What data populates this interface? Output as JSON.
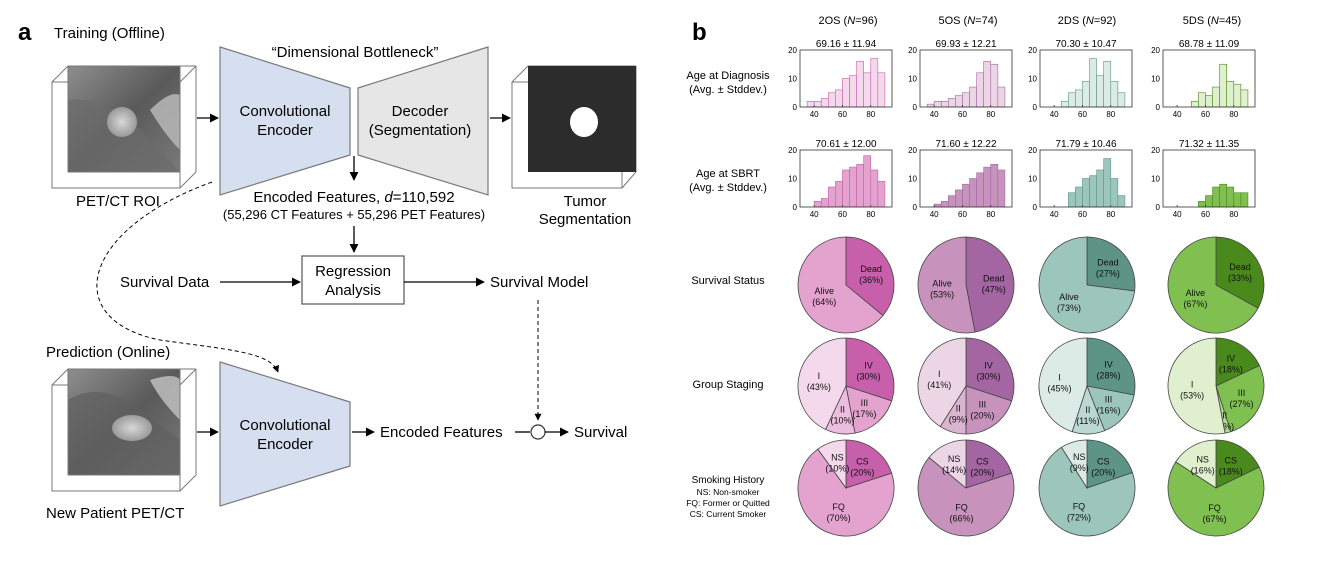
{
  "panel_a": {
    "label": "a",
    "training_title": "Training (Offline)",
    "prediction_title": "Prediction (Online)",
    "bottleneck_label": "“Dimensional Bottleneck”",
    "encoder_line1": "Convolutional",
    "encoder_line2": "Encoder",
    "decoder_line1": "Decoder",
    "decoder_line2": "(Segmentation)",
    "petct_roi": "PET/CT ROI",
    "tumor_line1": "Tumor",
    "tumor_line2": "Segmentation",
    "encoded_prefix": "Encoded Features, ",
    "encoded_d": "d",
    "encoded_value": "=110,592",
    "encoded_detail": "(55,296 CT Features + 55,296 PET Features)",
    "survival_data": "Survival  Data",
    "regression_line1": "Regression",
    "regression_line2": "Analysis",
    "survival_model": "Survival  Model",
    "pred_encoder_line1": "Convolutional",
    "pred_encoder_line2": "Encoder",
    "pred_encoded_features": "Encoded Features",
    "survival": "Survival",
    "new_patient": "New Patient PET/CT"
  },
  "panel_b": {
    "label": "b",
    "colors": {
      "2OS": {
        "light": "#f4d8ec",
        "mid": "#e4a2cf",
        "dark": "#c75fab"
      },
      "5OS": {
        "light": "#ecd6e6",
        "mid": "#c793bd",
        "dark": "#a366a3"
      },
      "2DS": {
        "light": "#dcebe6",
        "mid": "#9cc6bb",
        "dark": "#5e9486"
      },
      "5DS": {
        "light": "#e0f0cf",
        "mid": "#80c050",
        "dark": "#4a8a1c"
      }
    },
    "columns": [
      {
        "key": "2OS",
        "label": "2OS",
        "n": "96"
      },
      {
        "key": "5OS",
        "label": "5OS",
        "n": "74"
      },
      {
        "key": "2DS",
        "label": "2DS",
        "n": "92"
      },
      {
        "key": "5DS",
        "label": "5DS",
        "n": "45"
      }
    ],
    "n_prefix": " (",
    "n_italic": "N",
    "n_eq": "=",
    "n_suffix": ")",
    "row_labels": {
      "age_diag_1": "Age at Diagnosis",
      "age_diag_2": "(Avg. ± Stddev.)",
      "age_sbrt_1": "Age at SBRT",
      "age_sbrt_2": "(Avg. ± Stddev.)",
      "survival_status": "Survival Status",
      "group_staging": "Group Staging",
      "smoking_1": "Smoking History",
      "smoking_2": "NS: Non-smoker",
      "smoking_3": "FQ: Former or Quitted",
      "smoking_4": "CS: Current Smoker"
    },
    "hist_axis": {
      "y_ticks": [
        "0",
        "10",
        "20"
      ],
      "x_ticks": [
        "40",
        "60",
        "80"
      ],
      "ylim": [
        0,
        20
      ],
      "xlim": [
        30,
        95
      ]
    }
  },
  "chart_data": [
    {
      "type": "bar",
      "group": "2OS",
      "row": "Age at Diagnosis",
      "title": "69.16 ± 11.94",
      "bin_edges": [
        35,
        40,
        45,
        50,
        55,
        60,
        65,
        70,
        75,
        80,
        85,
        90
      ],
      "values": [
        2,
        2,
        3,
        5,
        6,
        10,
        11,
        16,
        12,
        17,
        12
      ],
      "ylim": [
        0,
        20
      ]
    },
    {
      "type": "bar",
      "group": "5OS",
      "row": "Age at Diagnosis",
      "title": "69.93 ± 12.21",
      "bin_edges": [
        35,
        40,
        45,
        50,
        55,
        60,
        65,
        70,
        75,
        80,
        85,
        90
      ],
      "values": [
        1,
        2,
        2,
        3,
        4,
        5,
        7,
        12,
        16,
        15,
        7
      ],
      "ylim": [
        0,
        20
      ]
    },
    {
      "type": "bar",
      "group": "2DS",
      "row": "Age at Diagnosis",
      "title": "70.30 ± 10.47",
      "bin_edges": [
        45,
        50,
        55,
        60,
        65,
        70,
        75,
        80,
        85,
        90
      ],
      "values": [
        2,
        5,
        6,
        9,
        17,
        11,
        16,
        9,
        5
      ],
      "ylim": [
        0,
        20
      ]
    },
    {
      "type": "bar",
      "group": "5DS",
      "row": "Age at Diagnosis",
      "title": "68.78 ± 11.09",
      "bin_edges": [
        50,
        55,
        60,
        65,
        70,
        75,
        80,
        85,
        90
      ],
      "values": [
        2,
        5,
        4,
        7,
        15,
        9,
        8,
        6
      ],
      "ylim": [
        0,
        20
      ]
    },
    {
      "type": "bar",
      "group": "2OS",
      "row": "Age at SBRT",
      "title": "70.61 ± 12.00",
      "bin_edges": [
        40,
        45,
        50,
        55,
        60,
        65,
        70,
        75,
        80,
        85,
        90
      ],
      "values": [
        2,
        3,
        7,
        9,
        13,
        14,
        15,
        18,
        13,
        9
      ],
      "ylim": [
        0,
        20
      ]
    },
    {
      "type": "bar",
      "group": "5OS",
      "row": "Age at SBRT",
      "title": "71.60 ± 12.22",
      "bin_edges": [
        40,
        45,
        50,
        55,
        60,
        65,
        70,
        75,
        80,
        85,
        90
      ],
      "values": [
        1,
        2,
        4,
        6,
        8,
        10,
        12,
        14,
        15,
        13,
        5
      ],
      "ylim": [
        0,
        20
      ]
    },
    {
      "type": "bar",
      "group": "2DS",
      "row": "Age at SBRT",
      "title": "71.79 ± 10.46",
      "bin_edges": [
        50,
        55,
        60,
        65,
        70,
        75,
        80,
        85,
        90
      ],
      "values": [
        5,
        7,
        10,
        11,
        13,
        17,
        10,
        4
      ],
      "ylim": [
        0,
        20
      ]
    },
    {
      "type": "bar",
      "group": "5DS",
      "row": "Age at SBRT",
      "title": "71.32 ± 11.35",
      "bin_edges": [
        55,
        60,
        65,
        70,
        75,
        80,
        85,
        90
      ],
      "values": [
        2,
        4,
        7,
        8,
        7,
        5,
        5,
        5
      ],
      "ylim": [
        0,
        20
      ]
    },
    {
      "type": "pie",
      "group": "2OS",
      "row": "Survival Status",
      "labels": [
        "Dead",
        "Alive"
      ],
      "values": [
        36,
        64
      ],
      "label_text": [
        "Dead\n(36%)",
        "Alive\n(64%)"
      ],
      "shade": [
        "dark",
        "mid"
      ]
    },
    {
      "type": "pie",
      "group": "5OS",
      "row": "Survival Status",
      "labels": [
        "Dead",
        "Alive"
      ],
      "values": [
        47,
        53
      ],
      "label_text": [
        "Dead\n(47%)",
        "Alive\n(53%)"
      ],
      "shade": [
        "dark",
        "mid"
      ]
    },
    {
      "type": "pie",
      "group": "2DS",
      "row": "Survival Status",
      "labels": [
        "Dead",
        "Alive"
      ],
      "values": [
        27,
        73
      ],
      "label_text": [
        "Dead\n(27%)",
        "Alive\n(73%)"
      ],
      "shade": [
        "dark",
        "mid"
      ]
    },
    {
      "type": "pie",
      "group": "5DS",
      "row": "Survival Status",
      "labels": [
        "Dead",
        "Alive"
      ],
      "values": [
        33,
        67
      ],
      "label_text": [
        "Dead\n(33%)",
        "Alive\n(67%)"
      ],
      "shade": [
        "dark",
        "mid"
      ]
    },
    {
      "type": "pie",
      "group": "2OS",
      "row": "Group Staging",
      "labels": [
        "IV",
        "III",
        "II",
        "I"
      ],
      "values": [
        30,
        17,
        10,
        43
      ],
      "label_text": [
        "IV\n(30%)",
        "III\n(17%)",
        "II\n(10%)",
        "I\n(43%)"
      ],
      "shade": [
        "dark",
        "mid",
        "midlight",
        "light"
      ]
    },
    {
      "type": "pie",
      "group": "5OS",
      "row": "Group Staging",
      "labels": [
        "IV",
        "III",
        "II",
        "I"
      ],
      "values": [
        30,
        20,
        9,
        41
      ],
      "label_text": [
        "IV\n(30%)",
        "III\n(20%)",
        "II\n(9%)",
        "I\n(41%)"
      ],
      "shade": [
        "dark",
        "mid",
        "midlight",
        "light"
      ]
    },
    {
      "type": "pie",
      "group": "2DS",
      "row": "Group Staging",
      "labels": [
        "IV",
        "III",
        "II",
        "I"
      ],
      "values": [
        28,
        16,
        11,
        45
      ],
      "label_text": [
        "IV\n(28%)",
        "III\n(16%)",
        "II\n(11%)",
        "I\n(45%)"
      ],
      "shade": [
        "dark",
        "mid",
        "midlight",
        "light"
      ]
    },
    {
      "type": "pie",
      "group": "5DS",
      "row": "Group Staging",
      "labels": [
        "IV",
        "III",
        "II",
        "I"
      ],
      "values": [
        18,
        27,
        2,
        53
      ],
      "label_text": [
        "IV\n(18%)",
        "III\n(27%)",
        "II\n(2%)",
        "I\n(53%)"
      ],
      "shade": [
        "dark",
        "mid",
        "midlight",
        "light"
      ]
    },
    {
      "type": "pie",
      "group": "2OS",
      "row": "Smoking History",
      "labels": [
        "CS",
        "FQ",
        "NS"
      ],
      "values": [
        20,
        70,
        10
      ],
      "label_text": [
        "CS\n(20%)",
        "FQ\n(70%)",
        "NS\n(10%)"
      ],
      "shade": [
        "dark",
        "mid",
        "light"
      ]
    },
    {
      "type": "pie",
      "group": "5OS",
      "row": "Smoking History",
      "labels": [
        "CS",
        "FQ",
        "NS"
      ],
      "values": [
        20,
        66,
        14
      ],
      "label_text": [
        "CS\n(20%)",
        "FQ\n(66%)",
        "NS\n(14%)"
      ],
      "shade": [
        "dark",
        "mid",
        "light"
      ]
    },
    {
      "type": "pie",
      "group": "2DS",
      "row": "Smoking History",
      "labels": [
        "CS",
        "FQ",
        "NS"
      ],
      "values": [
        20,
        72,
        9
      ],
      "label_text": [
        "CS\n(20%)",
        "FQ\n(72%)",
        "NS\n(9%)"
      ],
      "shade": [
        "dark",
        "mid",
        "light"
      ]
    },
    {
      "type": "pie",
      "group": "5DS",
      "row": "Smoking History",
      "labels": [
        "CS",
        "FQ",
        "NS"
      ],
      "values": [
        18,
        67,
        16
      ],
      "label_text": [
        "CS\n(18%)",
        "FQ\n(67%)",
        "NS\n(16%)"
      ],
      "shade": [
        "dark",
        "mid",
        "light"
      ]
    }
  ]
}
